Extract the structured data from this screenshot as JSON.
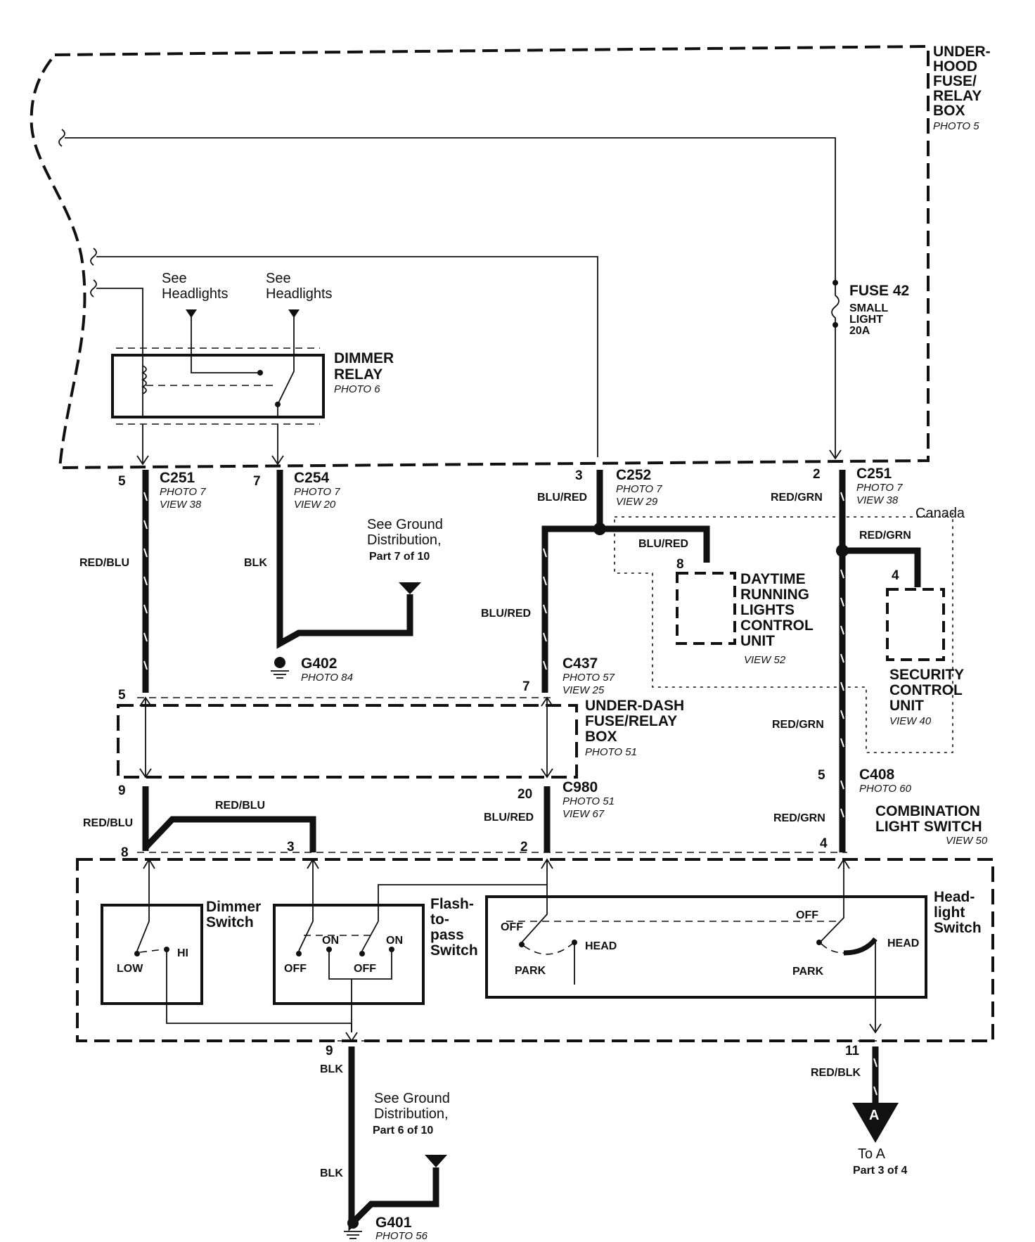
{
  "underhood_box": {
    "title": [
      "UNDER-",
      "HOOD",
      "FUSE/",
      "RELAY",
      "BOX"
    ],
    "photo": "PHOTO 5"
  },
  "fuse": {
    "title": "FUSE 42",
    "desc": [
      "SMALL",
      "LIGHT",
      "20A"
    ]
  },
  "dimmer_relay": {
    "title": [
      "DIMMER",
      "RELAY"
    ],
    "photo": "PHOTO 6"
  },
  "see_headlights": [
    [
      "See",
      "Headlights"
    ],
    [
      "See",
      "Headlights"
    ]
  ],
  "connectors": {
    "c251a": {
      "name": "C251",
      "photo": "PHOTO 7",
      "view": "VIEW 38",
      "pin": "5"
    },
    "c254": {
      "name": "C254",
      "photo": "PHOTO 7",
      "view": "VIEW 20",
      "pin": "7"
    },
    "c252": {
      "name": "C252",
      "photo": "PHOTO 7",
      "view": "VIEW 29",
      "pin": "3"
    },
    "c251b": {
      "name": "C251",
      "photo": "PHOTO 7",
      "view": "VIEW 38",
      "pin": "2"
    },
    "c437": {
      "name": "C437",
      "photo": "PHOTO 57",
      "view": "VIEW 25",
      "pin": "7"
    },
    "c980": {
      "name": "C980",
      "photo": "PHOTO 51",
      "view": "VIEW 67",
      "pin": "20"
    },
    "c408": {
      "name": "C408",
      "photo": "PHOTO 60",
      "pin": "5"
    }
  },
  "wire_colors": {
    "red_blu": "RED/BLU",
    "blk": "BLK",
    "blu_red": "BLU/RED",
    "red_grn": "RED/GRN",
    "red_blk": "RED/BLK"
  },
  "ground_notes": {
    "part7": {
      "lines": [
        "See Ground",
        "Distribution,"
      ],
      "part": "Part 7 of 10"
    },
    "part6": {
      "lines": [
        "See Ground",
        "Distribution,"
      ],
      "part": "Part 6 of 10"
    }
  },
  "grounds": {
    "g402": {
      "name": "G402",
      "photo": "PHOTO 84"
    },
    "g401": {
      "name": "G401",
      "photo": "PHOTO 56"
    }
  },
  "canada": "Canada",
  "drl_unit": {
    "title": [
      "DAYTIME",
      "RUNNING",
      "LIGHTS",
      "CONTROL",
      "UNIT"
    ],
    "view": "VIEW 52",
    "pin": "8"
  },
  "security_unit": {
    "title": [
      "SECURITY",
      "CONTROL",
      "UNIT"
    ],
    "view": "VIEW 40",
    "pin": "4"
  },
  "underdash_box": {
    "title": [
      "UNDER-DASH",
      "FUSE/RELAY",
      "BOX"
    ],
    "photo": "PHOTO 51"
  },
  "combo_switch": {
    "title": [
      "COMBINATION",
      "LIGHT SWITCH"
    ],
    "view": "VIEW 50"
  },
  "pins": {
    "p5b": "5",
    "p9": "9",
    "p8": "8",
    "p3": "3",
    "p2": "2",
    "p4": "4",
    "p9b": "9",
    "p11": "11"
  },
  "dimmer_switch": {
    "title": [
      "Dimmer",
      "Switch"
    ],
    "low": "LOW",
    "hi": "HI"
  },
  "flash_switch": {
    "title": [
      "Flash-",
      "to-",
      "pass",
      "Switch"
    ],
    "on": "ON",
    "off": "OFF"
  },
  "headlight_switch": {
    "title": [
      "Head-",
      "light",
      "Switch"
    ],
    "off": "OFF",
    "park": "PARK",
    "head": "HEAD"
  },
  "arrow_a": {
    "letter": "A",
    "to": "To A",
    "part": "Part 3 of 4"
  }
}
